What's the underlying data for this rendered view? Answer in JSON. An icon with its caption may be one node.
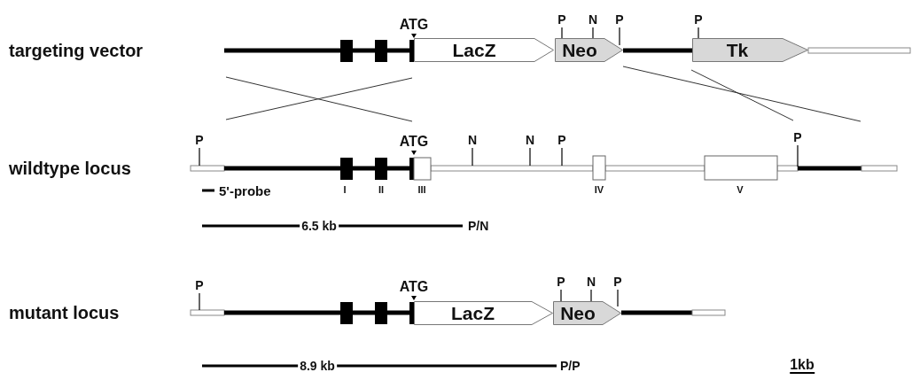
{
  "diagram": {
    "nodes": [
      {
        "text": [
          "LacZ"
        ]
      },
      {
        "text": [
          "Neo"
        ],
        "beside": [
          "P",
          "N",
          "P"
        ]
      },
      {
        "text": [
          "Tk"
        ],
        "beside": [
          "P"
        ]
      },
      {
        "text": [
          "LacZ"
        ]
      },
      {
        "text": [
          "Neo"
        ],
        "beside": [
          "P",
          "N",
          "P"
        ]
      }
    ],
    "labels": [
      "ATG",
      "targeting vector",
      "P",
      "ATG",
      "N",
      "N",
      "P",
      "P",
      "wildtype locus",
      "5'-probe",
      "I",
      "II",
      "III",
      "IV",
      "V",
      "6.5 kb",
      "P/N",
      "P",
      "ATG",
      "mutant locus",
      "8.9 kb",
      "P/P",
      "1kb"
    ]
  }
}
